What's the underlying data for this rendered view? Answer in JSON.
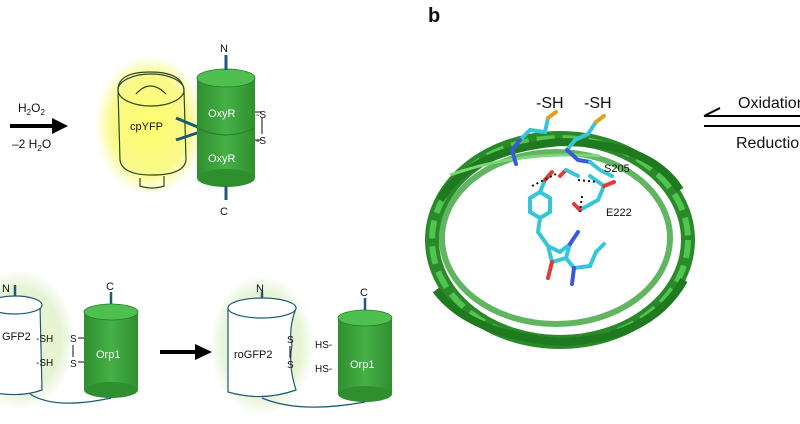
{
  "panel_a": {
    "oxidant": "H",
    "oxidant_sub": "2",
    "oxidant_tail": "O",
    "oxidant_sub2": "2",
    "byproduct_prefix": "–2 H",
    "byproduct_sub": "2",
    "byproduct_tail": "O",
    "cpyfp_label": "cpYFP",
    "oxyr_label_1": "OxyR",
    "oxyr_label_2": "OxyR",
    "top_n": "N",
    "bottom_c": "C",
    "disulfide_s1": "-S",
    "disulfide_s2": "-S"
  },
  "panel_lower": {
    "left_n": "N",
    "left_label": "GFP2",
    "left_sh1": "-SH",
    "left_sh2": "-SH",
    "left_s1": "S",
    "left_s2": "S",
    "left_orp1_c": "C",
    "left_orp1": "Orp1",
    "right_n": "N",
    "right_label": "roGFP2",
    "right_s1": "S",
    "right_s2": "S",
    "right_hs1": "HS-",
    "right_hs2": "HS-",
    "right_orp1_c": "C",
    "right_orp1": "Orp1"
  },
  "panel_b": {
    "label": "b",
    "sh_left": "-SH",
    "sh_right": "-SH",
    "oxidation": "Oxidation",
    "reduction": "Reduction",
    "residue_1": "S205",
    "residue_2": "E222"
  },
  "colors": {
    "green": "#3aa33a",
    "green_dark": "#1f7a1f",
    "yellow_glow": "#f5f56a",
    "teal": "#1e5a78",
    "cyan": "#35c6d8",
    "red": "#e03a3a",
    "blue": "#3a5ad8",
    "orange": "#e0a020"
  }
}
